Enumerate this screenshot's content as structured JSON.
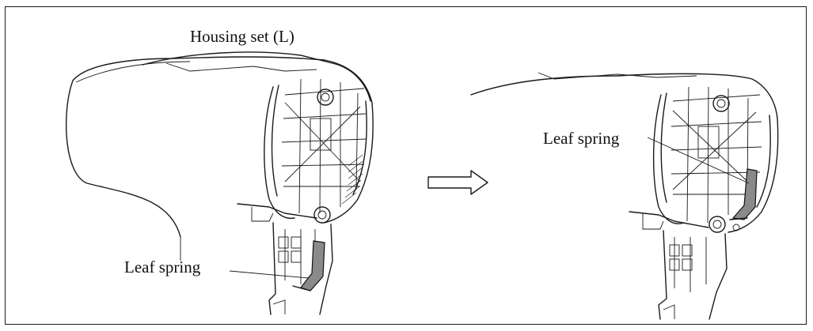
{
  "labels": {
    "housing_set": "Housing set (L)",
    "leaf_spring_left": "Leaf spring",
    "leaf_spring_right": "Leaf spring"
  },
  "icons": {
    "arrow": "arrow-right-outline-icon"
  },
  "colors": {
    "line": "#1a1a1a",
    "spring_fill": "#8a8a8a",
    "background": "#ffffff"
  }
}
